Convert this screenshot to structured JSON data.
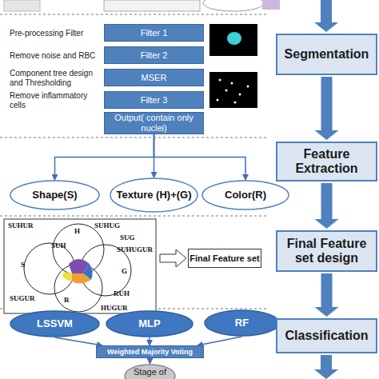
{
  "diagram": {
    "nodes": [
      {
        "text": [
          "Filter 1"
        ]
      },
      {
        "text": [
          "Filter 2"
        ]
      },
      {
        "text": [
          "MSER"
        ]
      },
      {
        "text": [
          "Filter 3"
        ]
      },
      {
        "text": [
          "Output( contain only nuclei)"
        ]
      },
      {
        "text": [
          "Segmentation"
        ]
      },
      {
        "text": [
          "Shape(S)"
        ]
      },
      {
        "text": [
          "Texture (H)+(G)"
        ]
      },
      {
        "text": [
          "Color(R)"
        ]
      },
      {
        "text": [
          "Feature Extraction"
        ]
      },
      {
        "text": [
          "Final Feature set"
        ]
      },
      {
        "text": [
          "Final Feature set design"
        ]
      },
      {
        "text": [
          "LSSVM"
        ]
      },
      {
        "text": [
          "MLP"
        ]
      },
      {
        "text": [
          "RF"
        ]
      },
      {
        "text": [
          "Classification"
        ]
      },
      {
        "text": [
          "Weighted Majority Voting"
        ]
      },
      {
        "text": [
          "Stage of"
        ]
      }
    ],
    "edges": [
      {
        "from": 4,
        "to": 6,
        "arrow": "to"
      },
      {
        "from": 4,
        "to": 7,
        "arrow": "to"
      },
      {
        "from": 4,
        "to": 8,
        "arrow": "to"
      },
      {
        "from": 5,
        "to": 9,
        "arrow": "to"
      },
      {
        "from": 9,
        "to": 11,
        "arrow": "to"
      },
      {
        "from": 11,
        "to": 15,
        "arrow": "to"
      },
      {
        "from": 12,
        "to": 16,
        "arrow": "to"
      },
      {
        "from": 13,
        "to": 16,
        "arrow": "to"
      },
      {
        "from": 14,
        "to": 16,
        "arrow": "to"
      },
      {
        "from": 16,
        "to": 17,
        "arrow": "to"
      }
    ],
    "labels": [
      "Pre-processing Filter",
      "Remove noise and RBC",
      "Component tree design and Thresholding",
      "Remove inflammatory cells",
      "SUHUR",
      "H",
      "SUHUG",
      "SUG",
      "SUH",
      "S",
      "G",
      "SUHUGUR",
      "SUGUR",
      "R",
      "RUH",
      "HUGUR"
    ]
  }
}
